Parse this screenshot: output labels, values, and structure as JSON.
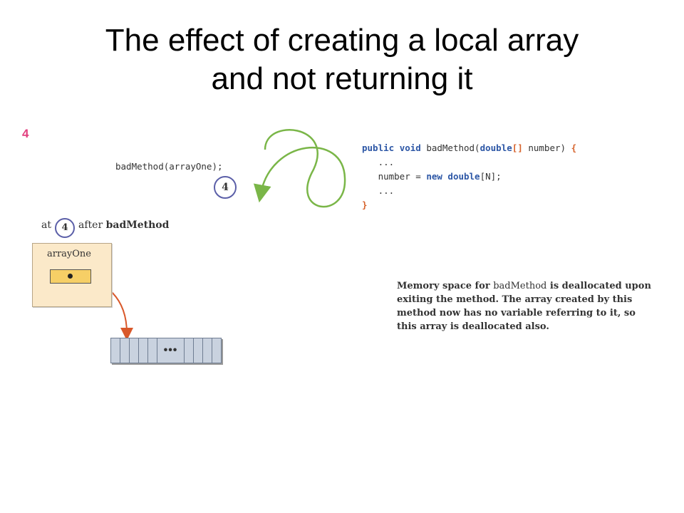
{
  "title": {
    "line1": "The effect of creating a local array",
    "line2": "and not returning it"
  },
  "figure": {
    "step_number": "4",
    "call": "badMethod(arrayOne);",
    "call_marker": "4",
    "code": {
      "line1_kw1": "public",
      "line1_kw2": "void",
      "line1_name": "badMethod(",
      "line1_kw3": "double",
      "line1_bracket": "[]",
      "line1_param": " number)",
      "line1_brace": "{",
      "line2": "...",
      "line3_var": "number = ",
      "line3_kw": "new",
      "line3_type": "double",
      "line3_rest": "[N];",
      "line4": "...",
      "line5_brace": "}"
    },
    "at_label": "at",
    "at_marker": "4",
    "after_label": "after",
    "after_method": "badMethod",
    "frame_label": "arrayOne",
    "array_ellipsis": "•••",
    "note_part1": "Memory space for ",
    "note_method": "badMethod",
    "note_part2": " is deallocated upon exiting the method. The array created by this method now has no variable referring to it, so this array is deallocated also."
  },
  "colors": {
    "step_number": "#e2407f",
    "arrow_green": "#7ab648",
    "pointer_red": "#d9582a",
    "code_keyword": "#2d57a6",
    "frame_fill": "#fbe9c9",
    "array_fill": "#c9d2df"
  }
}
